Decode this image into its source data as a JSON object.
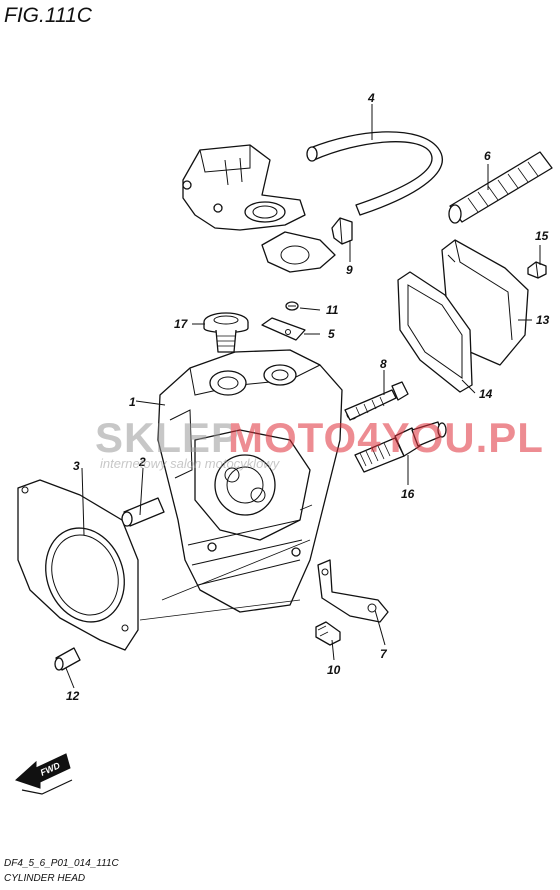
{
  "title": "FIG.111C",
  "footer": {
    "code": "DF4_5_6_P01_014_111C",
    "name": "CYLINDER HEAD"
  },
  "watermark": {
    "brand_left": "SKLEP",
    "brand_right": "MOTO4YOU.PL",
    "tagline": "internetowy salon motocyklowy",
    "color_left": "#9a9a9a",
    "color_right": "#e0303a"
  },
  "fwd_label": "FWD",
  "callouts": [
    "1",
    "2",
    "3",
    "4",
    "5",
    "6",
    "7",
    "8",
    "9",
    "10",
    "11",
    "12",
    "13",
    "14",
    "15",
    "16",
    "17"
  ]
}
